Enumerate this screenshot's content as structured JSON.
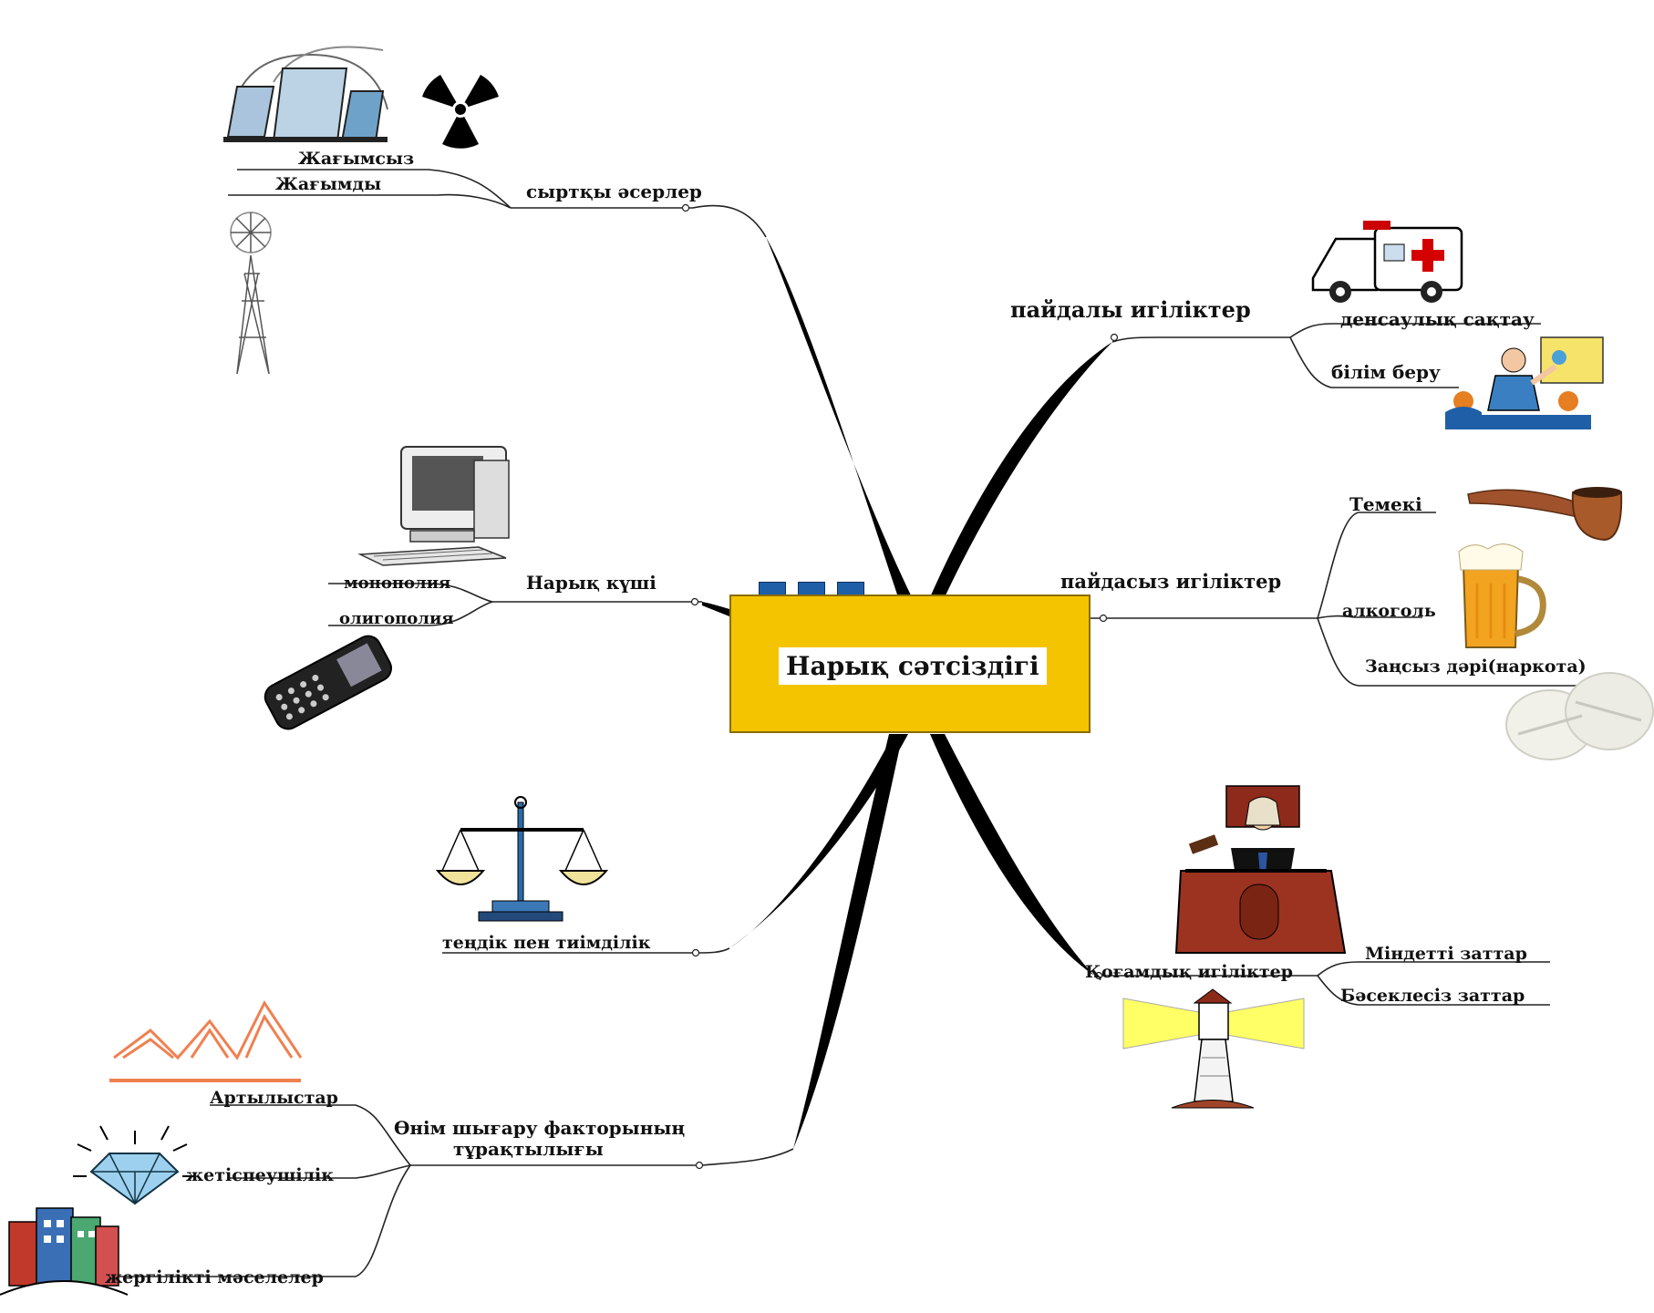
{
  "central": {
    "title": "Нарық сәтсіздігі"
  },
  "branches": {
    "external": {
      "label": "сыртқы әсерлер",
      "sub": [
        "Жағымсыз",
        "Жағымды"
      ]
    },
    "market_power": {
      "label": "Нарық күші",
      "sub": [
        "монополия",
        "олигополия"
      ]
    },
    "equity": {
      "label": "теңдік пен тиімділік"
    },
    "factors": {
      "label_line1": "Өнім шығару факторының",
      "label_line2": "тұрақтылығы",
      "sub": [
        "Артылыстар",
        "жетіспеушілік",
        "жергілікті мәселелер"
      ]
    },
    "merit": {
      "label": "пайдалы игіліктер",
      "sub": [
        "денсаулық сақтау",
        "білім беру"
      ]
    },
    "demerit": {
      "label": "пайдасыз игіліктер",
      "sub": [
        "Темекі",
        "алкоголь",
        "Заңсыз дәрі(наркота)"
      ]
    },
    "public": {
      "label": "Қоғамдық игіліктер",
      "sub": [
        "Міндетті заттар",
        "Бәсеклесіз заттар"
      ]
    }
  },
  "icons": [
    "nuclear-plant-icon",
    "radiation-icon",
    "windmill-icon",
    "computer-icon",
    "mobile-phone-icon",
    "scales-icon",
    "mountains-icon",
    "diamond-icon",
    "buildings-icon",
    "ambulance-icon",
    "teacher-icon",
    "pipe-icon",
    "beer-icon",
    "pills-icon",
    "judge-icon",
    "lighthouse-icon"
  ],
  "colors": {
    "box": "#f5c400",
    "tabs": "#1e5fa8",
    "branch": "#000000"
  }
}
